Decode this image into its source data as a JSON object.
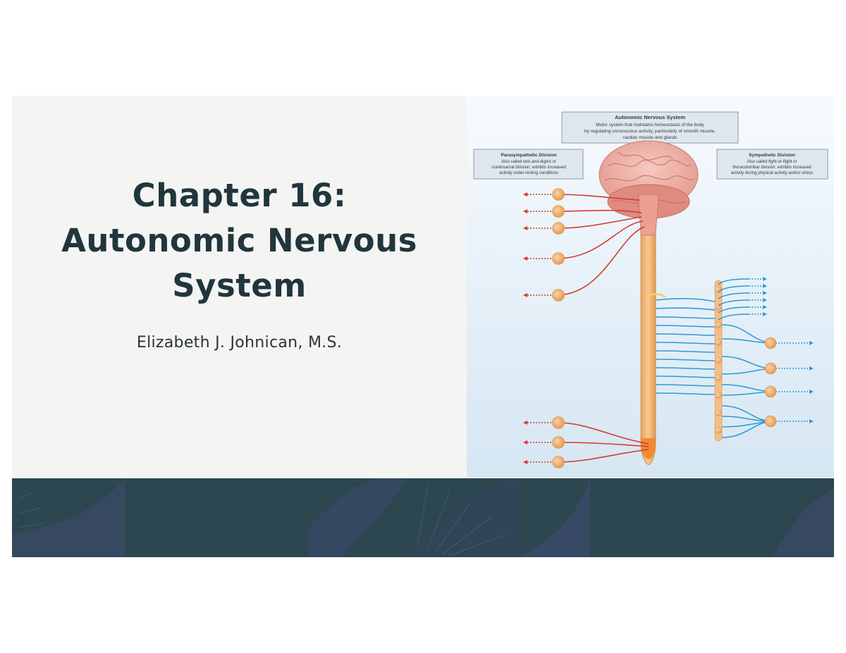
{
  "slide": {
    "title_lines": [
      "Chapter 16:",
      "Autonomic Nervous",
      "System"
    ],
    "author": "Elizabeth J. Johnican, M.S."
  },
  "figure": {
    "ans_box": {
      "title": "Autonomic Nervous System",
      "lines": [
        "Motor system that maintains homeostasis of the body",
        "by regulating unconscious activity, particularly of smooth muscle,",
        "cardiac muscle and glands"
      ]
    },
    "parasympathetic_box": {
      "title": "Parasympathetic Division",
      "lines": [
        "Also called rest-and-digest or",
        "craniosacral division; exhibits increased",
        "activity under resting conditions"
      ]
    },
    "sympathetic_box": {
      "title": "Sympathetic Division",
      "lines": [
        "Also called fight-or-flight or",
        "thoracolumbar division; exhibits increased",
        "activity during physical activity and/or stress"
      ]
    }
  },
  "colors": {
    "title_text": "#21363c",
    "band": "#2c474f",
    "parasympathetic": "#d43a32",
    "sympathetic": "#2e9bd3",
    "ganglion": "#f2b078"
  }
}
